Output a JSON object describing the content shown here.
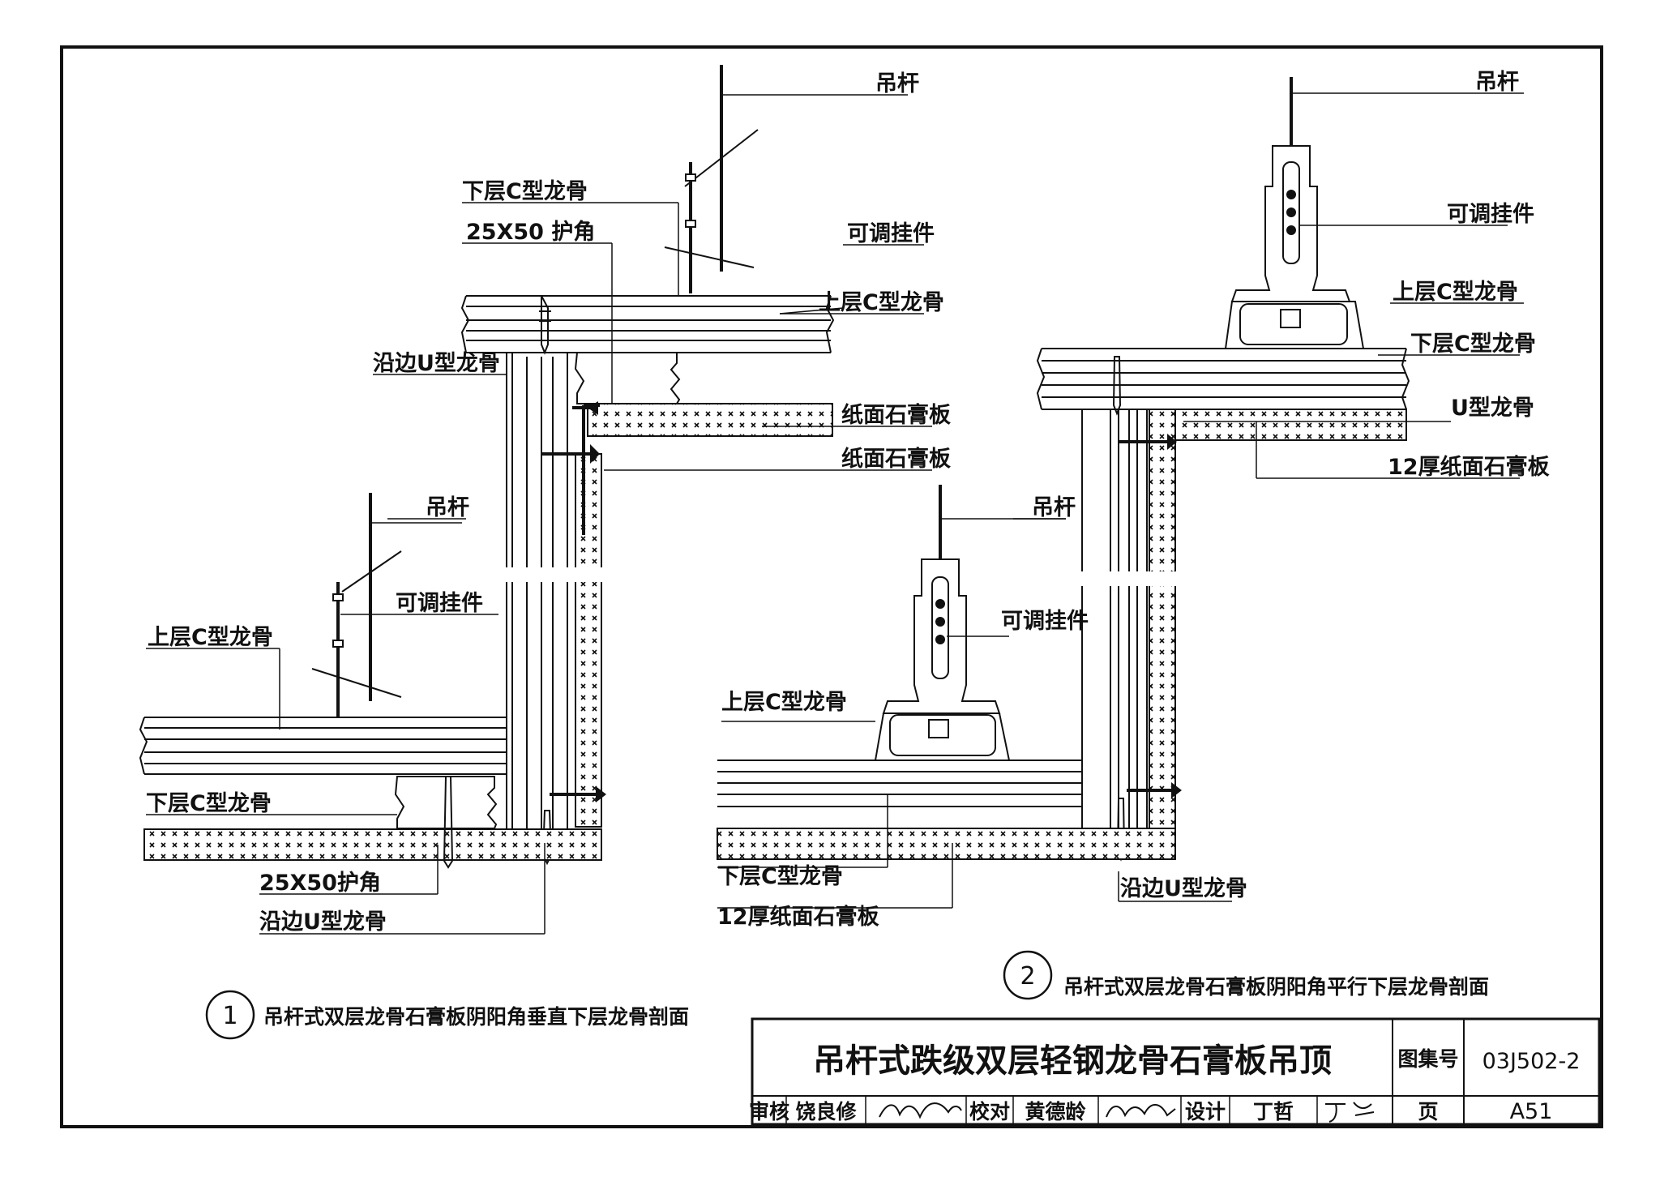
{
  "detail1": {
    "number": "1",
    "caption": "吊杆式双层龙骨石膏板阴阳角垂直下层龙骨剖面",
    "labels": {
      "hanger_upper": "吊杆",
      "clip_upper": "可调挂件",
      "lower_c_upper": "下层C型龙骨",
      "corner_upper": "25X50 护角",
      "upper_c_upper": "上层C型龙骨",
      "edge_u_upper": "沿边U型龙骨",
      "board_a": "纸面石膏板",
      "board_b": "纸面石膏板",
      "hanger_lower": "吊杆",
      "clip_lower": "可调挂件",
      "upper_c_lower": "上层C型龙骨",
      "lower_c_lower": "下层C型龙骨",
      "corner_lower": "25X50护角",
      "edge_u_lower": "沿边U型龙骨"
    }
  },
  "detail2": {
    "number": "2",
    "caption": "吊杆式双层龙骨石膏板阴阳角平行下层龙骨剖面",
    "labels": {
      "hanger_upper": "吊杆",
      "clip_upper": "可调挂件",
      "upper_c_upper": "上层C型龙骨",
      "lower_c_upper": "下层C型龙骨",
      "u_keel": "U型龙骨",
      "board_upper": "12厚纸面石膏板",
      "hanger_lower": "吊杆",
      "clip_lower": "可调挂件",
      "upper_c_lower": "上层C型龙骨",
      "lower_c_lower": "下层C型龙骨",
      "board_lower": "12厚纸面石膏板",
      "edge_u": "沿边U型龙骨"
    }
  },
  "title_block": {
    "title": "吊杆式跌级双层轻钢龙骨石膏板吊顶",
    "atlas_label": "图集号",
    "atlas_no": "03J502-2",
    "review_label": "审核",
    "reviewer": "饶良修",
    "check_label": "校对",
    "checker": "黄德龄",
    "design_label": "设计",
    "designer": "丁哲",
    "page_label": "页",
    "page_no": "A51"
  }
}
